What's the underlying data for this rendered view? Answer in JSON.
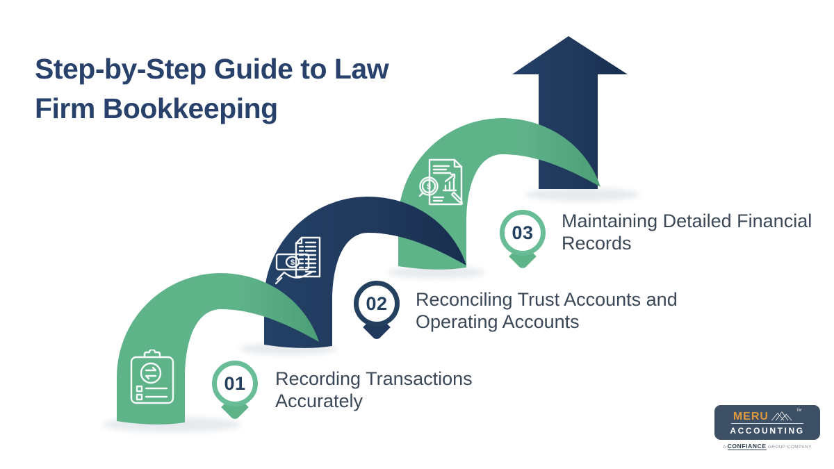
{
  "title": {
    "line1": "Step-by-Step Guide to Law",
    "line2": "Firm Bookkeeping"
  },
  "steps": [
    {
      "number": "01",
      "label": "Recording Transactions Accurately",
      "icon": "clipboard-exchange-icon",
      "marker_color": "#5FB389"
    },
    {
      "number": "02",
      "label": "Reconciling Trust Accounts and Operating Accounts",
      "icon": "cash-in-hand-ledger-icon",
      "marker_color": "#20395C"
    },
    {
      "number": "03",
      "label": "Maintaining Detailed Financial Records",
      "icon": "financial-report-audit-icon",
      "marker_color": "#5FB389"
    }
  ],
  "decor": {
    "arrow": "growth-arrow-up",
    "arches": [
      "green-arch-step-1",
      "navy-arch-step-2",
      "green-arch-step-3"
    ]
  },
  "glyphs": {
    "dollar": "$"
  },
  "logo": {
    "brand_line1": "MERU",
    "brand_line2": "ACCOUNTING",
    "trademark": "TM",
    "tagline_prefix": "A",
    "tagline_brand": "CONFIANCE",
    "tagline_suffix": "GROUP COMPANY"
  },
  "colors": {
    "green": "#5FB389",
    "green_dark": "#4C9E76",
    "navy": "#20395C",
    "navy_dark": "#182E4F",
    "title_navy": "#27416B",
    "text_gray": "#3A4756",
    "navy_text": "#24405F",
    "pin_green": "#68BD96",
    "logo_bg": "#3E5065",
    "logo_orange": "#E09A3C",
    "tagline_gray": "#8A9099",
    "shadow": "#E4E8EC"
  }
}
